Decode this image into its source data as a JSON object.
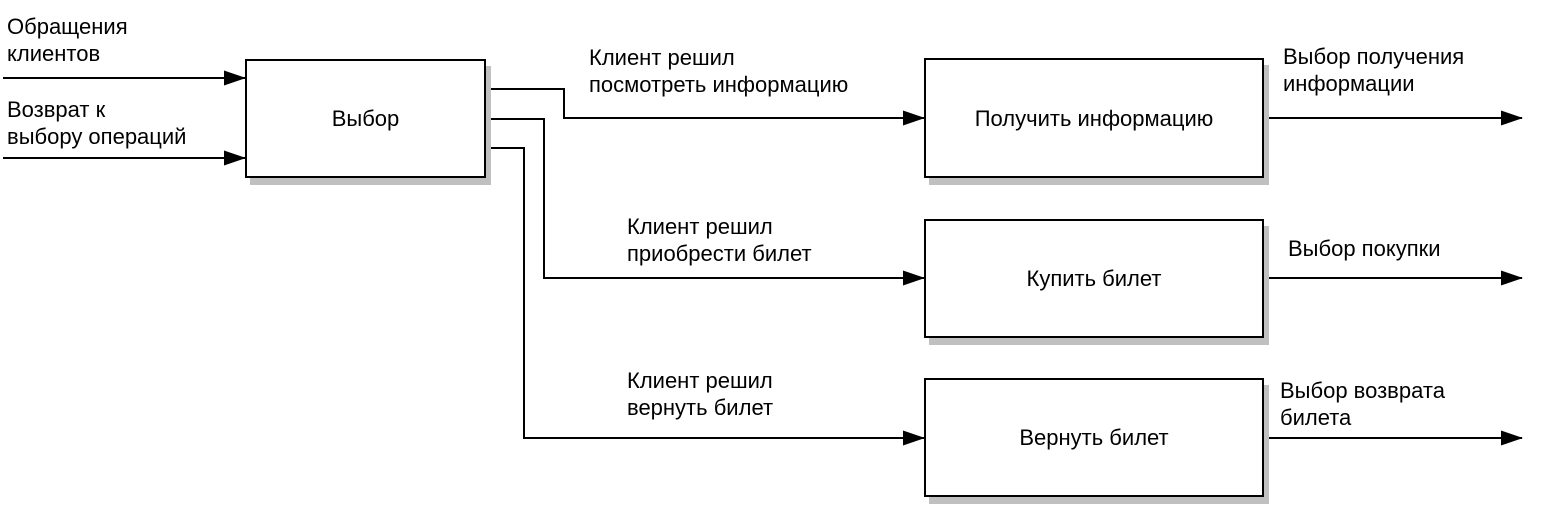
{
  "diagram": {
    "type": "flowchart",
    "nodes": {
      "choice": {
        "label": "Выбор"
      },
      "get_info": {
        "label": "Получить информацию"
      },
      "buy_ticket": {
        "label": "Купить билет"
      },
      "return_ticket": {
        "label": "Вернуть билет"
      }
    },
    "edge_labels": {
      "input_top": "Обращения\nклиентов",
      "input_bottom": "Возврат к\nвыбору операций",
      "branch_info": "Клиент решил\nпосмотреть информацию",
      "branch_buy": "Клиент решил\nприобрести билет",
      "branch_return": "Клиент решил\nвернуть билет",
      "output_info": "Выбор получения\nинформации",
      "output_buy": "Выбор покупки",
      "output_return": "Выбор возврата\nбилета"
    },
    "edges": [
      {
        "from": "Обращения клиентов",
        "to": "Выбор"
      },
      {
        "from": "Возврат к выбору операций",
        "to": "Выбор"
      },
      {
        "from": "Выбор",
        "to": "Получить информацию",
        "label": "Клиент решил посмотреть информацию"
      },
      {
        "from": "Выбор",
        "to": "Купить билет",
        "label": "Клиент решил приобрести билет"
      },
      {
        "from": "Выбор",
        "to": "Вернуть билет",
        "label": "Клиент решил вернуть билет"
      },
      {
        "from": "Получить информацию",
        "to": "Выбор получения информации"
      },
      {
        "from": "Купить билет",
        "to": "Выбор покупки"
      },
      {
        "from": "Вернуть билет",
        "to": "Выбор возврата билета"
      }
    ],
    "colors": {
      "background": "#ffffff",
      "line": "#000000",
      "box_fill": "#ffffff",
      "box_border": "#000000",
      "box_shadow": "#c0c0c0",
      "text": "#000000"
    }
  }
}
